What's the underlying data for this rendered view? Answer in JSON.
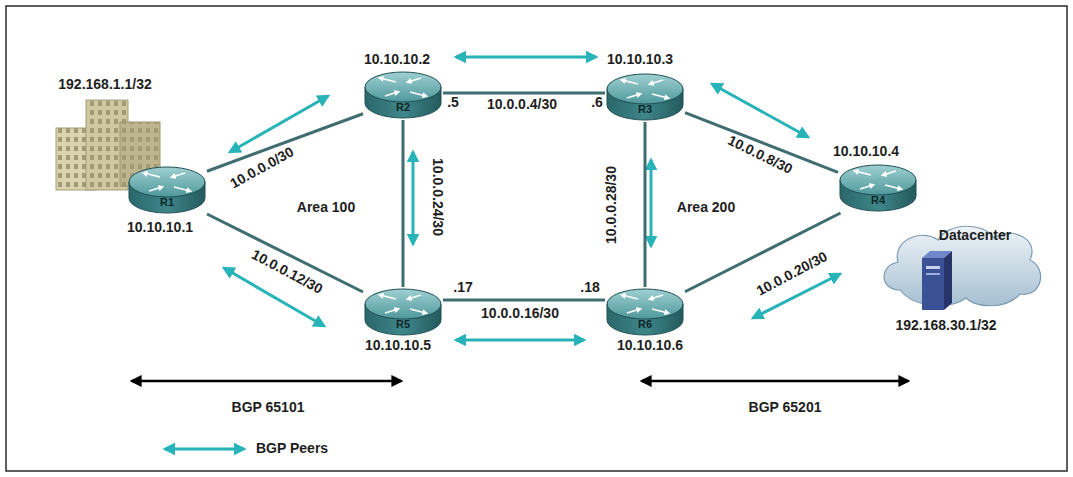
{
  "diagram": {
    "nodes": [
      {
        "text": [
          "R1",
          "10.10.10.1"
        ]
      },
      {
        "text": [
          "R2",
          "10.10.10.2"
        ]
      },
      {
        "text": [
          "R3",
          "10.10.10.3"
        ]
      },
      {
        "text": [
          "R4",
          "10.10.10.4"
        ]
      },
      {
        "text": [
          "R5",
          "10.10.10.5"
        ]
      },
      {
        "text": [
          "R6",
          "10.10.10.6"
        ]
      },
      {
        "text": [
          "Datacenter"
        ]
      }
    ],
    "edges": [
      {
        "from": 0,
        "to": 1,
        "label": "10.0.0.0/30",
        "arrow": "none"
      },
      {
        "from": 0,
        "to": 4,
        "label": "10.0.0.12/30",
        "arrow": "none"
      },
      {
        "from": 1,
        "to": 2,
        "label": "10.0.0.4/30",
        "arrow": "none"
      },
      {
        "from": 1,
        "to": 4,
        "label": "10.0.0.24/30",
        "arrow": "none"
      },
      {
        "from": 2,
        "to": 5,
        "label": "10.0.0.28/30",
        "arrow": "none"
      },
      {
        "from": 2,
        "to": 3,
        "label": "10.0.0.8/30",
        "arrow": "none"
      },
      {
        "from": 4,
        "to": 5,
        "label": "10.0.0.16/30",
        "arrow": "none"
      },
      {
        "from": 5,
        "to": 3,
        "label": "10.0.0.20/30",
        "arrow": "none"
      }
    ],
    "labels": [
      "192.168.1.1/32",
      "192.168.30.1/32",
      ".5",
      ".6",
      ".17",
      ".18",
      "Area 100",
      "Area 200",
      "BGP 65101",
      "BGP 65201"
    ],
    "legend": [
      {
        "text": "BGP Peers"
      }
    ]
  }
}
